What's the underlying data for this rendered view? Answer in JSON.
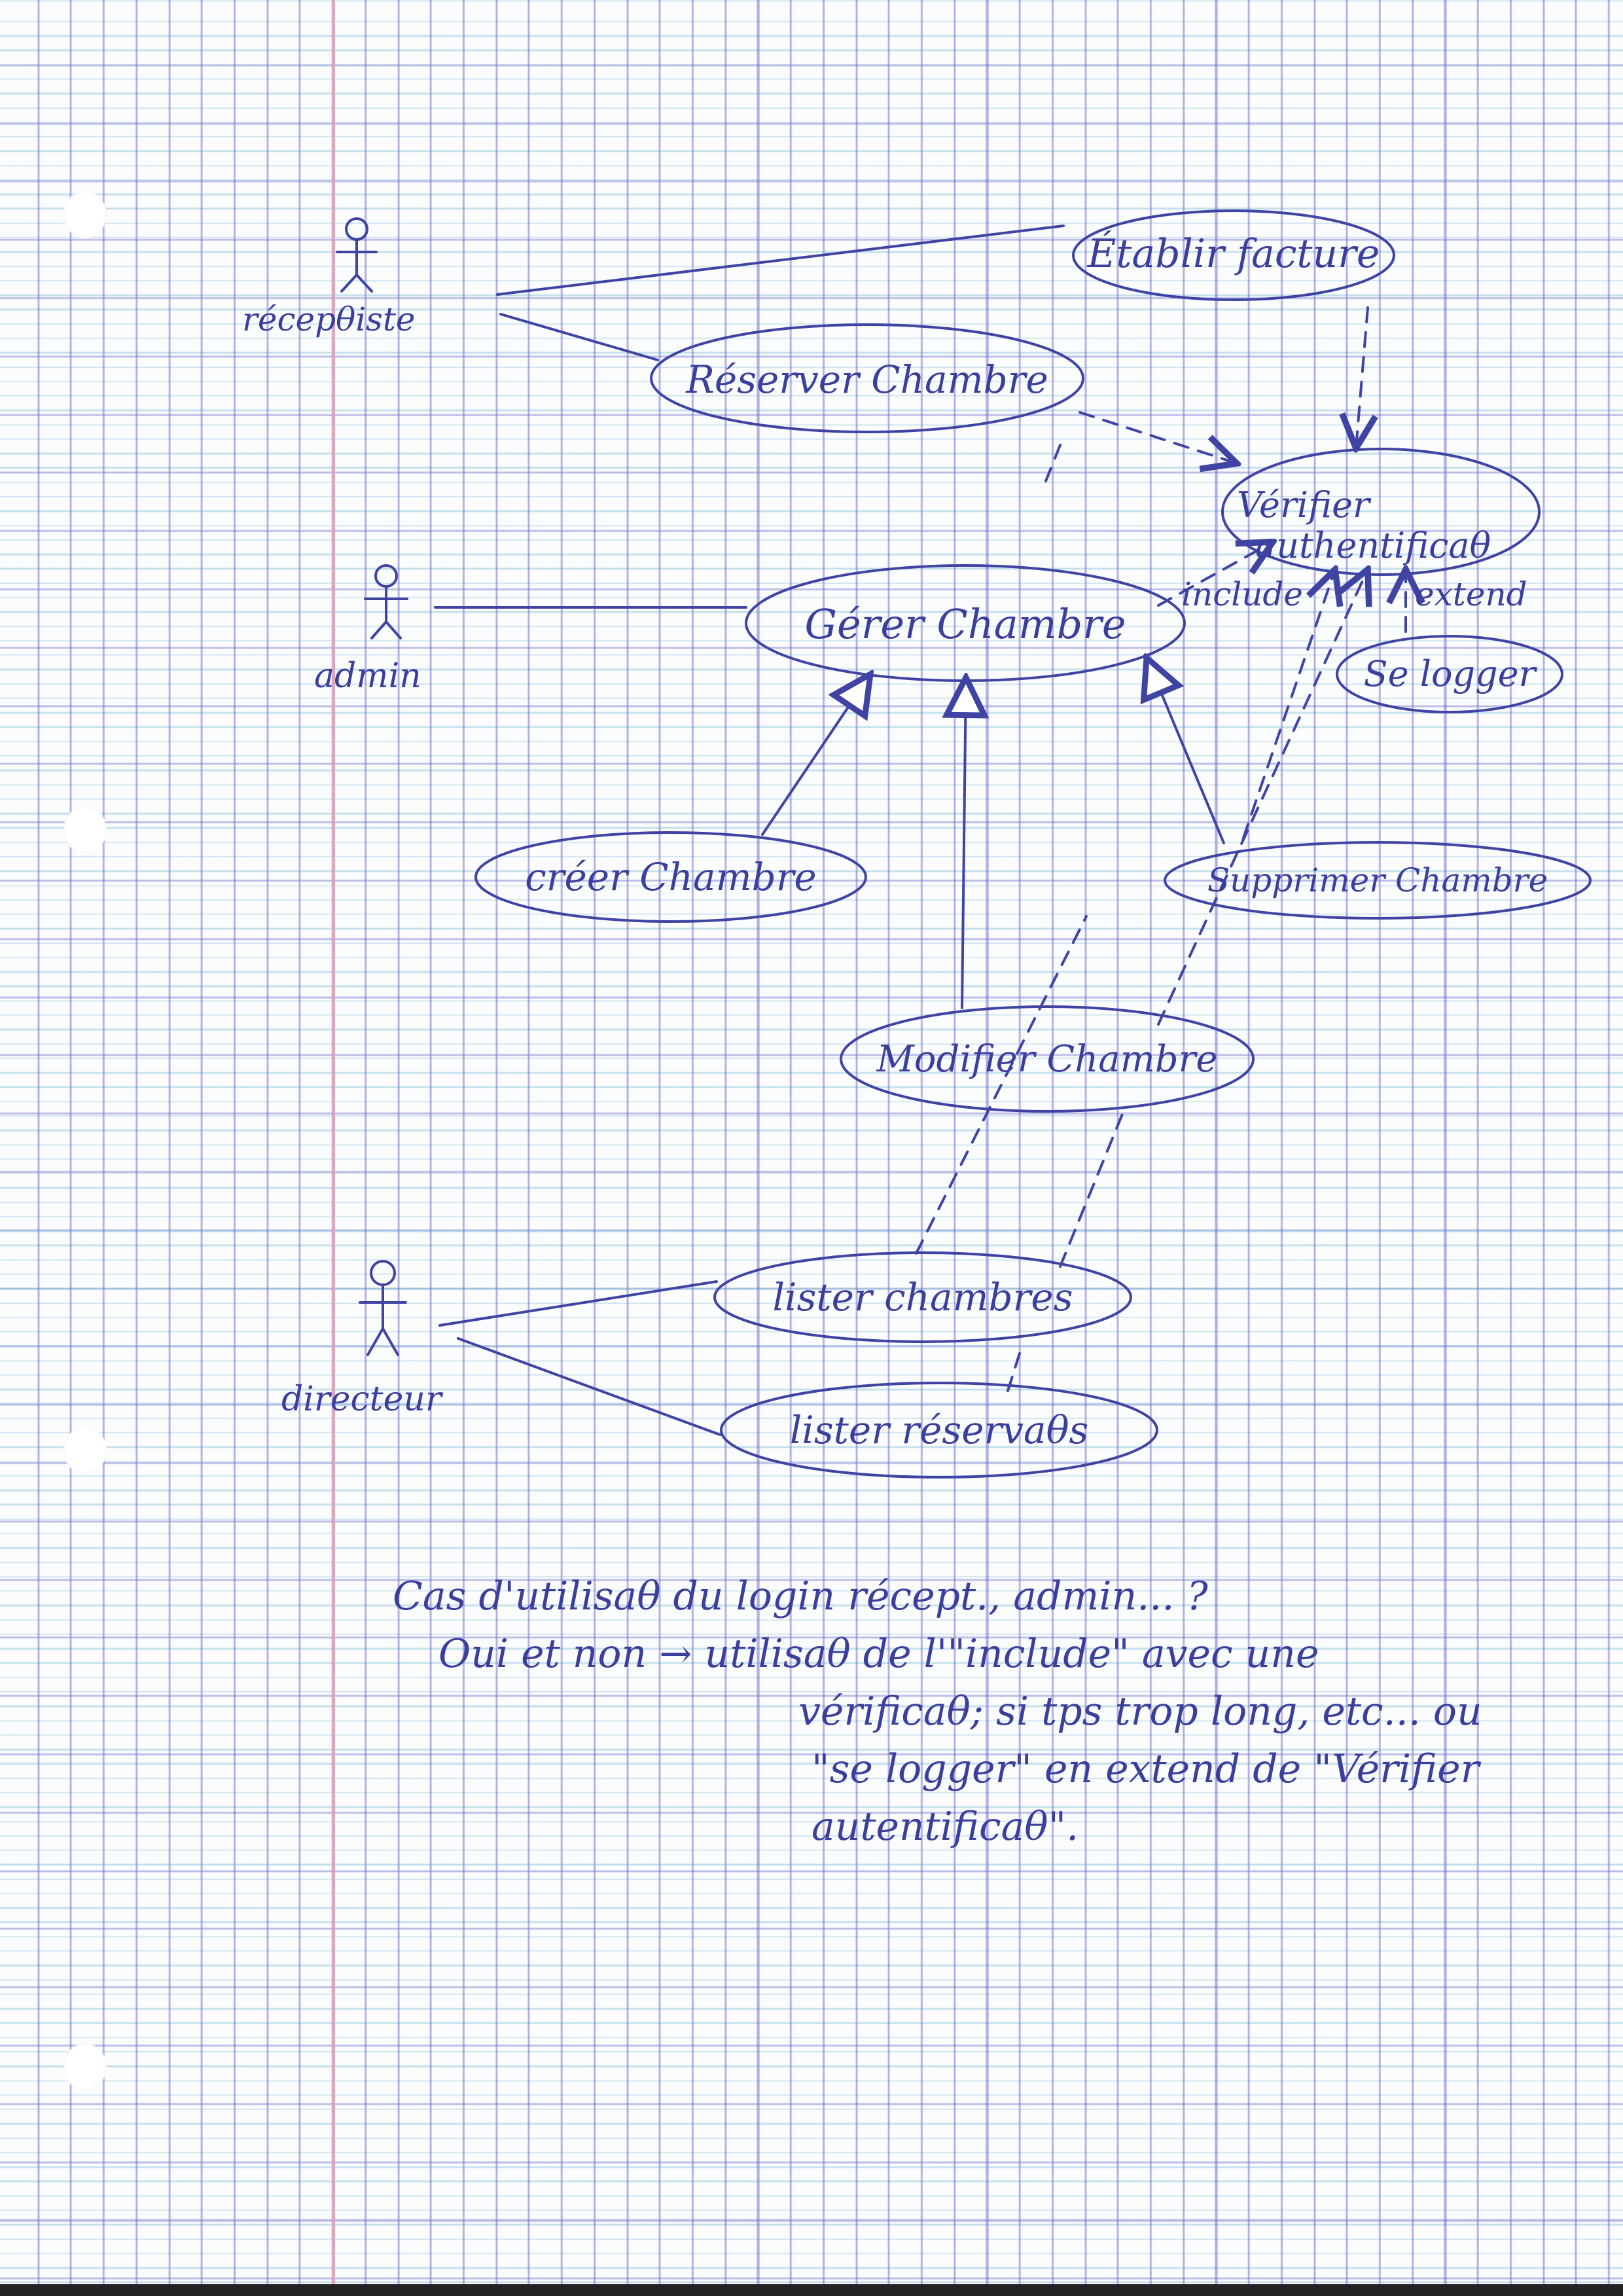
{
  "actors": [
    {
      "id": "receptionist",
      "label": "récepθiste"
    },
    {
      "id": "admin",
      "label": "admin"
    },
    {
      "id": "director",
      "label": "directeur"
    }
  ],
  "use_cases": {
    "etablir_facture": "Établir facture",
    "reserver_chambre": "Réserver Chambre",
    "verifier_auth": [
      "Vérifier",
      "authentificaθ"
    ],
    "gerer_chambre": "Gérer Chambre",
    "se_logger": "Se logger",
    "creer_chambre": "créer Chambre",
    "supprimer_chambre": "Supprimer Chambre",
    "modifier_chambre": "Modifier Chambre",
    "lister_chambres": "lister chambres",
    "lister_reservations": "lister réservaθs"
  },
  "relations": {
    "include_label": "include",
    "extend_label": "extend"
  },
  "notes": [
    "Cas d'utilisaθ du login récept., admin... ?",
    "Oui et non → utilisaθ de l'\"include\" avec une",
    "vérificaθ; si tps trop long, etc... ou",
    "\"se logger\" en extend de \"Vérifier",
    "autentificaθ\"."
  ]
}
